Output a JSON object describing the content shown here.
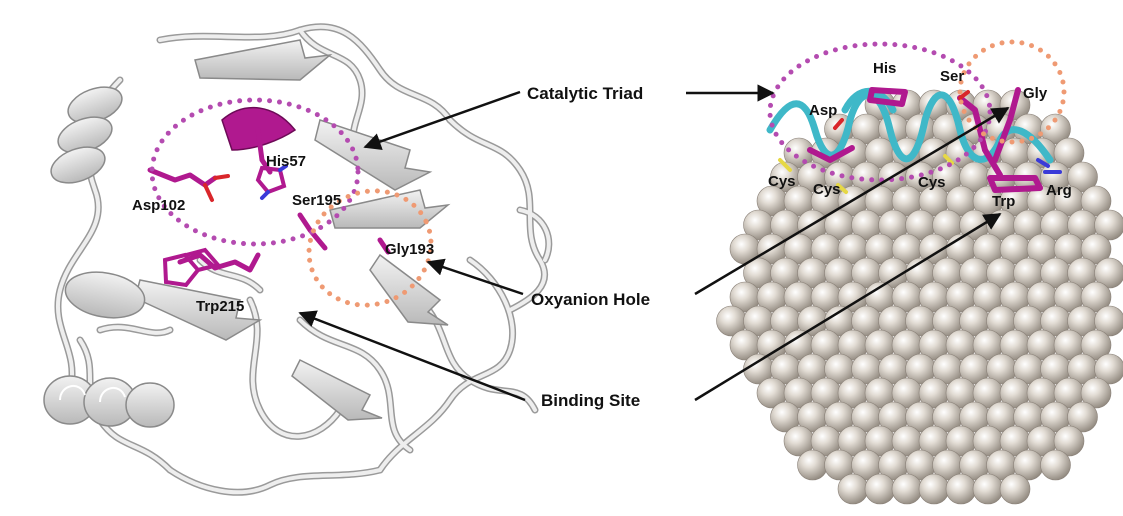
{
  "colors": {
    "ribbon": "#d8d8d8",
    "ribbon_edge": "#8a8a8a",
    "residue": "#b0198f",
    "triad_circle": "#b44bb0",
    "oxyanion_circle": "#ef9a73",
    "peptide": "#3fb8c8",
    "sphere": "#d6cfc6"
  },
  "left_structure": {
    "residues": {
      "asp102": "Asp102",
      "his57": "His57",
      "ser195": "Ser195",
      "gly193": "Gly193",
      "trp215": "Trp215"
    }
  },
  "callouts": {
    "catalytic_triad": "Catalytic Triad",
    "oxyanion_hole": "Oxyanion Hole",
    "binding_site": "Binding Site"
  },
  "right_structure": {
    "residues": {
      "his": "His",
      "ser": "Ser",
      "gly": "Gly",
      "asp": "Asp",
      "cys_1": "Cys",
      "cys_2": "Cys",
      "cys_3": "Cys",
      "trp": "Trp",
      "arg": "Arg"
    }
  }
}
